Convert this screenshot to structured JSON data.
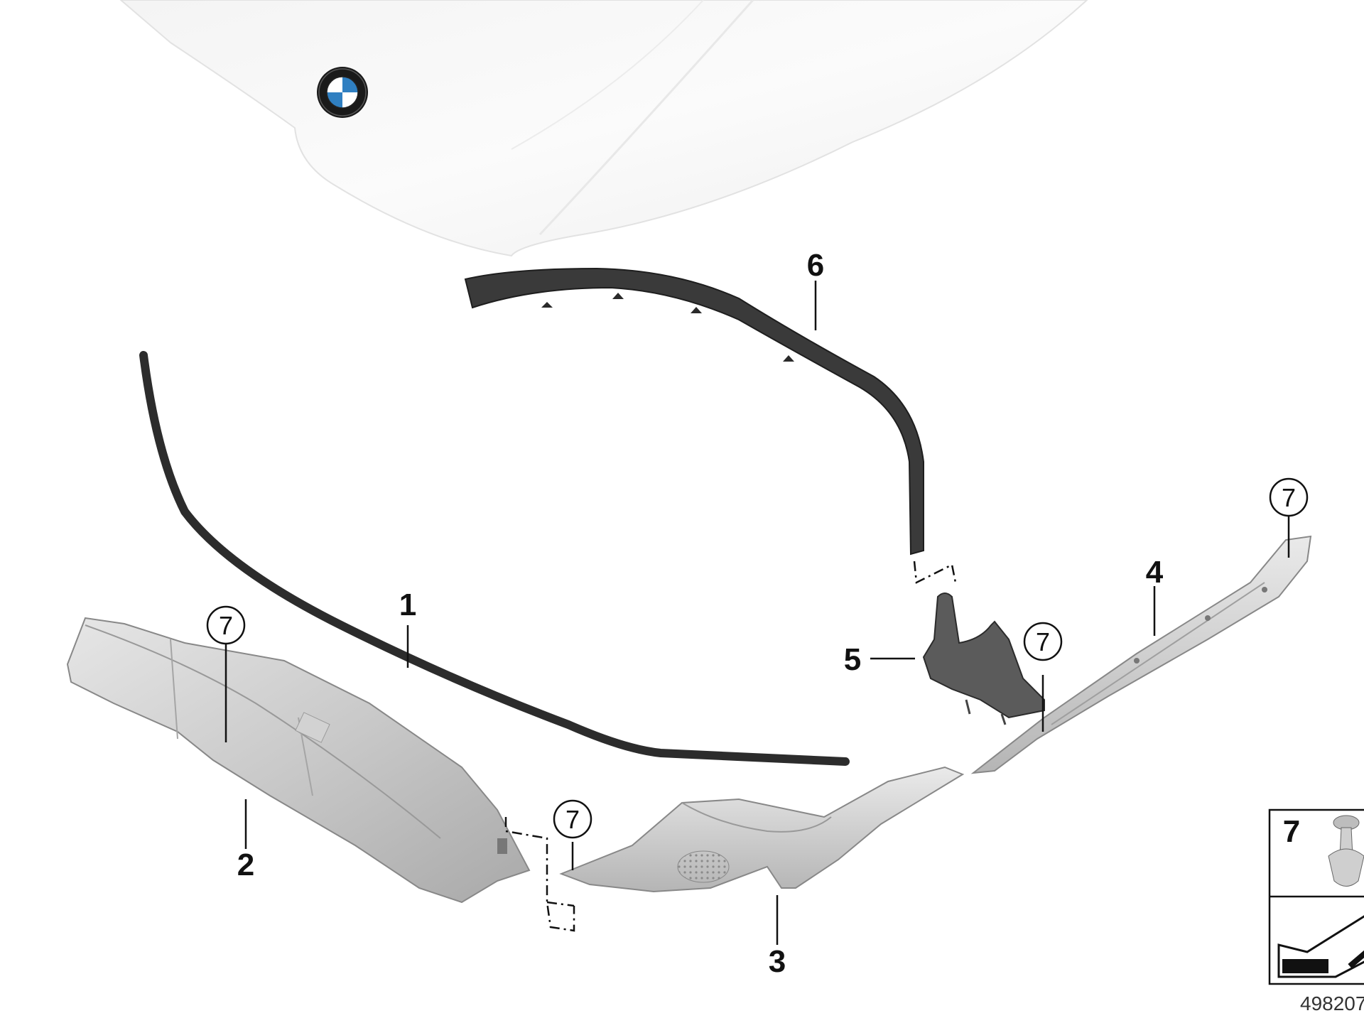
{
  "diagram": {
    "callouts": {
      "c1": "1",
      "c2": "2",
      "c3": "3",
      "c4": "4",
      "c5": "5",
      "c6": "6"
    },
    "circled": {
      "a": "7",
      "b": "7",
      "c": "7",
      "d": "7"
    },
    "legend": {
      "number": "7",
      "reference": "498207"
    }
  }
}
